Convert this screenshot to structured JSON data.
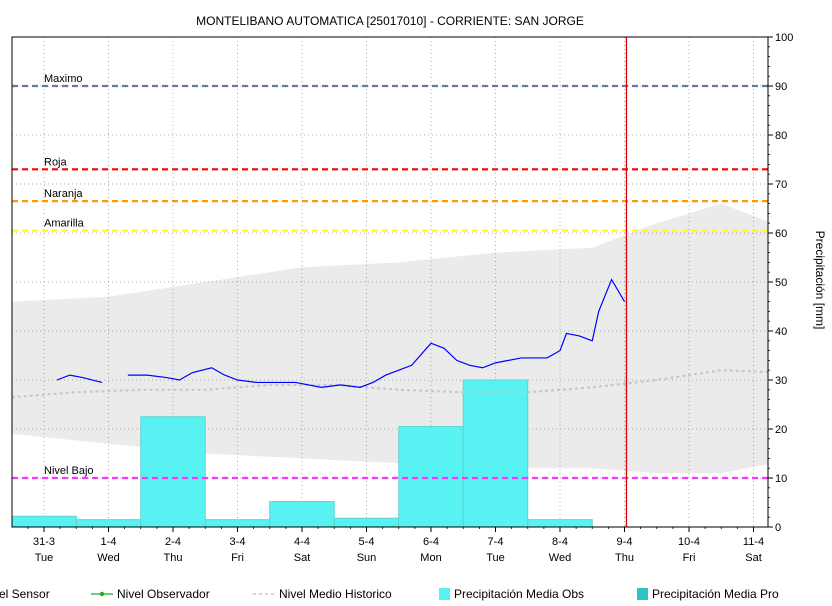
{
  "chart_data": {
    "type": "line",
    "title": "MONTELIBANO AUTOMATICA [25017010] - CORRIENTE: SAN JORGE",
    "ylabel_right": "Precipitación [mm]",
    "ylim": [
      0,
      100
    ],
    "yticks": [
      "0",
      "10",
      "20",
      "30",
      "40",
      "50",
      "60",
      "70",
      "80",
      "90",
      "100"
    ],
    "x_days": [
      {
        "date": "31-3",
        "weekday": "Tue"
      },
      {
        "date": "1-4",
        "weekday": "Wed"
      },
      {
        "date": "2-4",
        "weekday": "Thu"
      },
      {
        "date": "3-4",
        "weekday": "Fri"
      },
      {
        "date": "4-4",
        "weekday": "Sat"
      },
      {
        "date": "5-4",
        "weekday": "Sun"
      },
      {
        "date": "6-4",
        "weekday": "Mon"
      },
      {
        "date": "7-4",
        "weekday": "Tue"
      },
      {
        "date": "8-4",
        "weekday": "Wed"
      },
      {
        "date": "9-4",
        "weekday": "Thu"
      },
      {
        "date": "10-4",
        "weekday": "Fri"
      },
      {
        "date": "11-4",
        "weekday": "Sat"
      }
    ],
    "now_marker_day": 9.03,
    "thresholds": [
      {
        "name": "Maximo",
        "value": 90,
        "color": "#6677aa"
      },
      {
        "name": "Roja",
        "value": 73,
        "color": "#ff0000"
      },
      {
        "name": "Naranja",
        "value": 66.5,
        "color": "#ff9900"
      },
      {
        "name": "Amarilla",
        "value": 60.5,
        "color": "#ffff00"
      },
      {
        "name": "Nivel Bajo",
        "value": 10,
        "color": "#ff33ff"
      }
    ],
    "historic_band": {
      "day": [
        -0.5,
        1,
        2.5,
        4,
        5.5,
        7,
        8.5,
        9.5,
        10.5,
        11.3,
        12
      ],
      "upper": [
        46,
        47,
        50,
        53,
        54,
        56,
        57,
        62,
        66,
        62,
        51
      ],
      "lower": [
        19,
        17,
        15,
        14,
        13,
        12,
        12,
        11,
        11,
        13,
        16
      ]
    },
    "series": [
      {
        "name": "Nivel Sensor",
        "color": "#0000ff",
        "day": [
          0.2,
          0.4,
          0.6,
          0.9,
          1.1,
          1.3,
          1.6,
          1.9,
          2.1,
          2.3,
          2.6,
          2.8,
          3.0,
          3.3,
          3.6,
          3.9,
          4.3,
          4.6,
          4.9,
          5.1,
          5.3,
          5.5,
          5.7,
          6.0,
          6.2,
          6.4,
          6.6,
          6.8,
          7.0,
          7.4,
          7.8,
          8.0,
          8.1,
          8.3,
          8.5,
          8.6,
          8.8,
          9.0
        ],
        "values": [
          30,
          31,
          30.5,
          29.5,
          null,
          31,
          31,
          30.5,
          30,
          31.5,
          32.5,
          31,
          30,
          29.5,
          29.5,
          29.5,
          28.5,
          29,
          28.5,
          29.5,
          31,
          32,
          33,
          37.5,
          36.5,
          34,
          33,
          32.5,
          33.5,
          34.5,
          34.5,
          36,
          39.5,
          39,
          38,
          44,
          50.5,
          46
        ]
      },
      {
        "name": "Nivel Medio Historico",
        "color": "#c8c8c8",
        "day": [
          -0.5,
          0.5,
          1.5,
          2.5,
          3.5,
          4.5,
          5.5,
          6.5,
          7.5,
          8.5,
          9.5,
          10.5,
          11.5,
          12
        ],
        "values": [
          26.5,
          27.5,
          28,
          28,
          29,
          29,
          28,
          27.5,
          27.5,
          28.5,
          30,
          32,
          31.5,
          30
        ]
      }
    ],
    "bars": {
      "name": "Precipitación Media Obs",
      "color": "#59f2f2",
      "edge_color": "#5fd4d4",
      "day": [
        0,
        1,
        2,
        3,
        4,
        5,
        6,
        7,
        8
      ],
      "values": [
        2.2,
        1.5,
        22.5,
        1.5,
        5.2,
        1.8,
        20.5,
        30,
        1.5
      ]
    },
    "legend": [
      {
        "label": "el Sensor",
        "kind": "line",
        "color": "#0000ff"
      },
      {
        "label": "Nivel Observador",
        "kind": "line-marker",
        "color": "#22aa22"
      },
      {
        "label": "Nivel Medio Historico",
        "kind": "dashed",
        "color": "#c8c8c8"
      },
      {
        "label": "Precipitación Media Obs",
        "kind": "box",
        "color": "#59f2f2"
      },
      {
        "label": "Precipitación Media Pro",
        "kind": "box",
        "color": "#2ec4c4"
      }
    ]
  }
}
